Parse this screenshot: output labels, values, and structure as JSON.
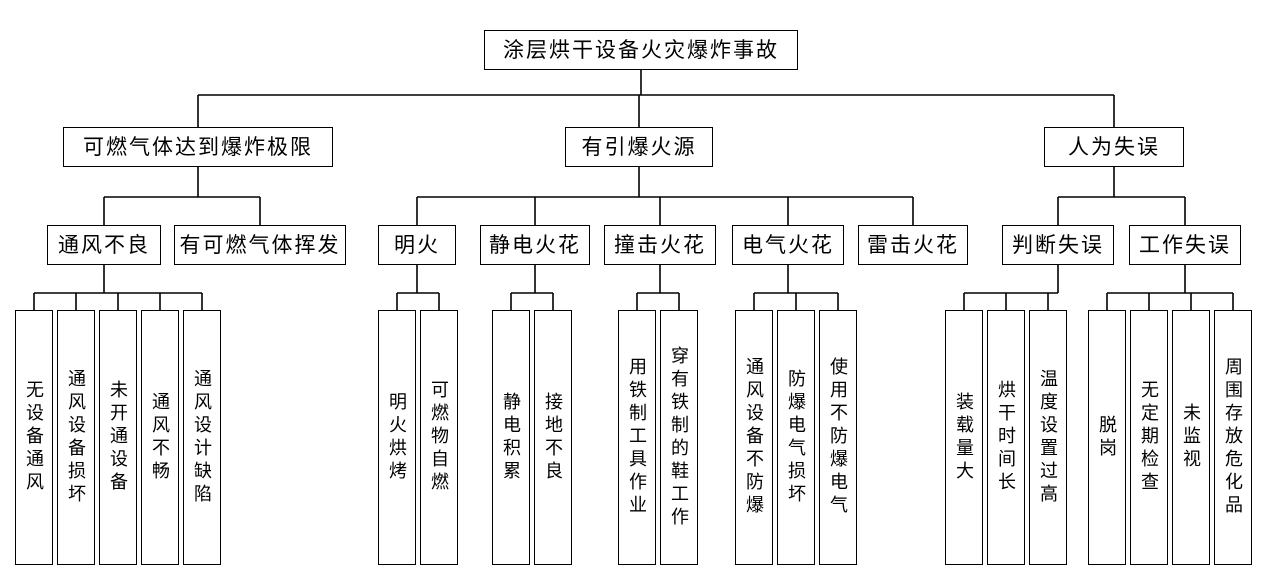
{
  "fault_tree": {
    "root": "涂层烘干设备火灾爆炸事故",
    "branches": [
      {
        "label": "可燃气体达到爆炸极限",
        "children": [
          {
            "label": "通风不良",
            "causes": [
              "无设备通风",
              "通风设备损坏",
              "未开通设备",
              "通风不畅",
              "通风设计缺陷"
            ]
          },
          {
            "label": "有可燃气体挥发",
            "causes": []
          }
        ]
      },
      {
        "label": "有引爆火源",
        "children": [
          {
            "label": "明火",
            "causes": [
              "明火烘烤",
              "可燃物自燃"
            ]
          },
          {
            "label": "静电火花",
            "causes": [
              "静电积累",
              "接地不良"
            ]
          },
          {
            "label": "撞击火花",
            "causes": [
              "用铁制工具作业",
              "穿有铁制的鞋工作"
            ]
          },
          {
            "label": "电气火花",
            "causes": [
              "通风设备不防爆",
              "防爆电气损坏",
              "使用不防爆电气"
            ]
          },
          {
            "label": "雷击火花",
            "causes": []
          }
        ]
      },
      {
        "label": "人为失误",
        "children": [
          {
            "label": "判断失误",
            "causes": [
              "装载量大",
              "烘干时间长",
              "温度设置过高"
            ]
          },
          {
            "label": "工作失误",
            "causes": [
              "脱岗",
              "无定期检查",
              "未监视",
              "周围存放危化品"
            ]
          }
        ]
      }
    ],
    "line_color": "#000000"
  }
}
